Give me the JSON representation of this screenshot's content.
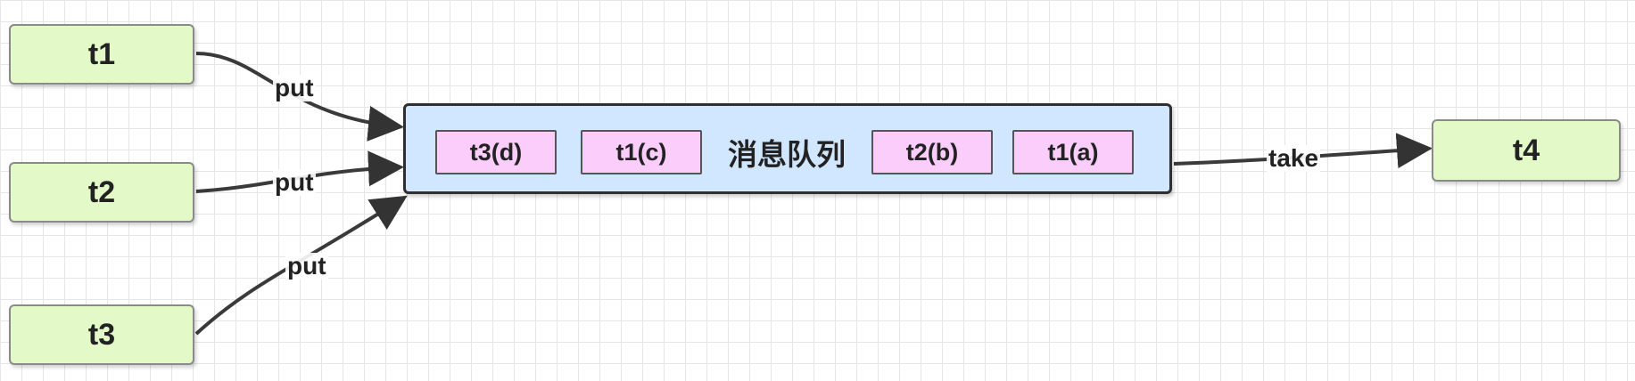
{
  "producers": [
    {
      "id": "t1",
      "label": "t1"
    },
    {
      "id": "t2",
      "label": "t2"
    },
    {
      "id": "t3",
      "label": "t3"
    }
  ],
  "consumer": {
    "id": "t4",
    "label": "t4"
  },
  "queue": {
    "title": "消息队列",
    "messages": [
      "t3(d)",
      "t1(c)",
      "t2(b)",
      "t1(a)"
    ]
  },
  "edges": [
    {
      "from": "t1",
      "to": "queue",
      "label": "put"
    },
    {
      "from": "t2",
      "to": "queue",
      "label": "put"
    },
    {
      "from": "t3",
      "to": "queue",
      "label": "put"
    },
    {
      "from": "queue",
      "to": "t4",
      "label": "take"
    }
  ]
}
